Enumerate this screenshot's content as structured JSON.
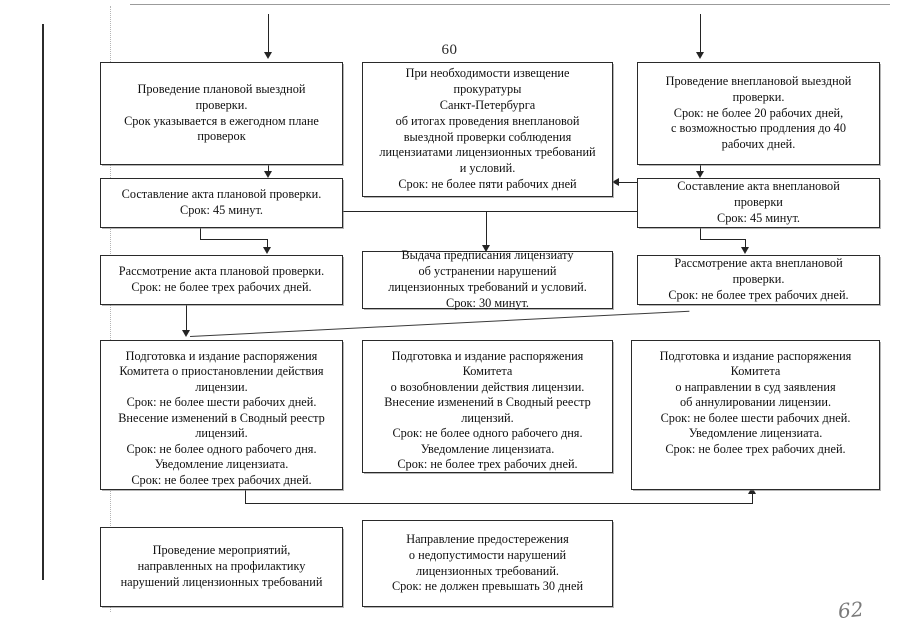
{
  "document": {
    "page_number": "60",
    "handwritten_mark": "62"
  },
  "flowchart": {
    "type": "flowchart",
    "title": "",
    "nodes": [
      {
        "id": "planned-inspection",
        "column": "left",
        "row": 1,
        "text": "Проведение плановой выездной\nпроверки.\nСрок указывается в ежегодном плане\nпроверок"
      },
      {
        "id": "prosecutor-notice",
        "column": "middle",
        "row": 1,
        "text": "При необходимости извещение\nпрокуратуры\nСанкт-Петербурга\nоб итогах проведения внеплановой\nвыездной проверки соблюдения\nлицензиатами лицензионных требований\nи условий.\nСрок: не более пяти рабочих дней"
      },
      {
        "id": "unplanned-inspection",
        "column": "right",
        "row": 1,
        "text": "Проведение внеплановой выездной\nпроверки.\nСрок: не более 20 рабочих дней,\nс возможностью продления до 40\nрабочих дней."
      },
      {
        "id": "planned-act-drafting",
        "column": "left",
        "row": 2,
        "text": "Составление акта плановой проверки.\nСрок: 45 минут."
      },
      {
        "id": "unplanned-act-drafting",
        "column": "right",
        "row": 2,
        "text": "Составление акта внеплановой\nпроверки\nСрок: 45 минут."
      },
      {
        "id": "planned-act-review",
        "column": "left",
        "row": 3,
        "text": "Рассмотрение акта плановой проверки.\nСрок: не более трех рабочих дней."
      },
      {
        "id": "order-issuance",
        "column": "middle",
        "row": 3,
        "text": "Выдача предписания лицензиату\nоб устранении нарушений\nлицензионных требований и условий.\nСрок: 30 минут."
      },
      {
        "id": "unplanned-act-review",
        "column": "right",
        "row": 3,
        "text": "Рассмотрение акта внеплановой\nпроверки.\nСрок: не более трех рабочих дней."
      },
      {
        "id": "license-suspension",
        "column": "left",
        "row": 4,
        "text": "Подготовка и издание распоряжения\nКомитета о приостановлении действия\nлицензии.\nСрок: не более шести рабочих дней.\nВнесение изменений в Сводный реестр\nлицензий.\nСрок: не более одного рабочего дня.\nУведомление лицензиата.\nСрок: не более трех рабочих дней."
      },
      {
        "id": "license-resumption",
        "column": "middle",
        "row": 4,
        "text": "Подготовка и издание распоряжения\nКомитета\nо возобновлении действия лицензии.\nВнесение изменений в Сводный реестр\nлицензий.\nСрок: не более одного рабочего дня.\nУведомление лицензиата.\nСрок: не более трех рабочих дней."
      },
      {
        "id": "license-annulment",
        "column": "right",
        "row": 4,
        "text": "Подготовка и издание распоряжения\nКомитета\nо направлении в суд заявления\nоб аннулировании лицензии.\nСрок: не более шести рабочих дней.\nУведомление лицензиата.\nСрок: не более трех рабочих дней."
      },
      {
        "id": "prevention-measures",
        "column": "left",
        "row": 5,
        "text": "Проведение мероприятий,\nнаправленных на профилактику\nнарушений лицензионных требований"
      },
      {
        "id": "warning-notice",
        "column": "middle",
        "row": 5,
        "text": "Направление предостережения\nо недопустимости нарушений\nлицензионных требований.\nСрок: не должен превышать 30 дней"
      }
    ],
    "edges": [
      {
        "from": "entry-top-left",
        "to": "planned-inspection",
        "style": "arrow-down"
      },
      {
        "from": "entry-top-right",
        "to": "unplanned-inspection",
        "style": "arrow-down"
      },
      {
        "from": "planned-inspection",
        "to": "planned-act-drafting",
        "style": "arrow-down"
      },
      {
        "from": "unplanned-inspection",
        "to": "unplanned-act-drafting",
        "style": "arrow-down"
      },
      {
        "from": "unplanned-act-drafting",
        "to": "prosecutor-notice",
        "style": "arrow-left"
      },
      {
        "from": "planned-act-drafting",
        "to": "planned-act-review",
        "style": "arrow-down"
      },
      {
        "from": "planned-act-drafting",
        "to": "order-issuance",
        "style": "arrow-down-elbow"
      },
      {
        "from": "unplanned-act-drafting",
        "to": "unplanned-act-review",
        "style": "arrow-down"
      },
      {
        "from": "planned-act-review",
        "to": "license-suspension",
        "style": "arrow-down"
      },
      {
        "from": "unplanned-act-review",
        "to": "license-suspension",
        "style": "diagonal-arrow"
      },
      {
        "from": "license-suspension",
        "to": "license-annulment",
        "style": "elbow-up-arrow"
      }
    ],
    "accent_color": "#242424"
  }
}
